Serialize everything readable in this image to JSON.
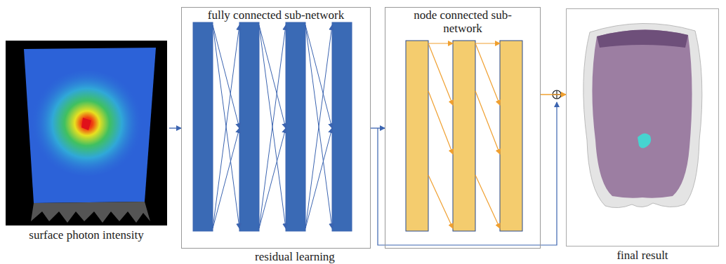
{
  "diagram": {
    "nodes": [
      {
        "text": [
          "surface photon intensity"
        ]
      },
      {
        "text": [
          "fully connected sub-network"
        ]
      },
      {
        "text": [
          "node connected sub-network"
        ]
      },
      {
        "text": [
          "final result"
        ]
      }
    ],
    "edges": [
      {
        "from": 0,
        "to": 1,
        "arrow": "to"
      },
      {
        "from": 1,
        "to": 2,
        "arrow": "to"
      },
      {
        "from": 2,
        "to": 3,
        "arrow": "to"
      }
    ],
    "labels": [
      "residual learning"
    ]
  }
}
